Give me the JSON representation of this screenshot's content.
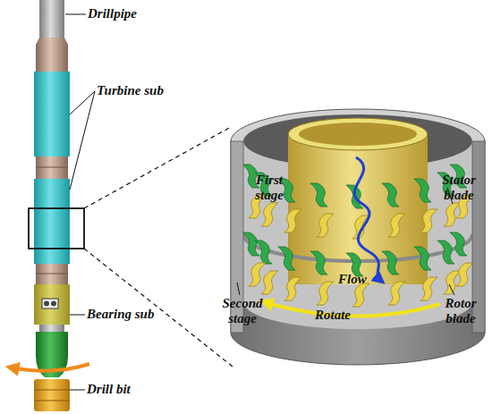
{
  "diagram": {
    "labels": [
      "Drillpipe",
      "Turbine sub",
      "Bearing sub",
      "Drill bit",
      "First stage",
      "Stator blade",
      "Second stage",
      "Flow",
      "Rotate",
      "Rotor blade"
    ]
  }
}
